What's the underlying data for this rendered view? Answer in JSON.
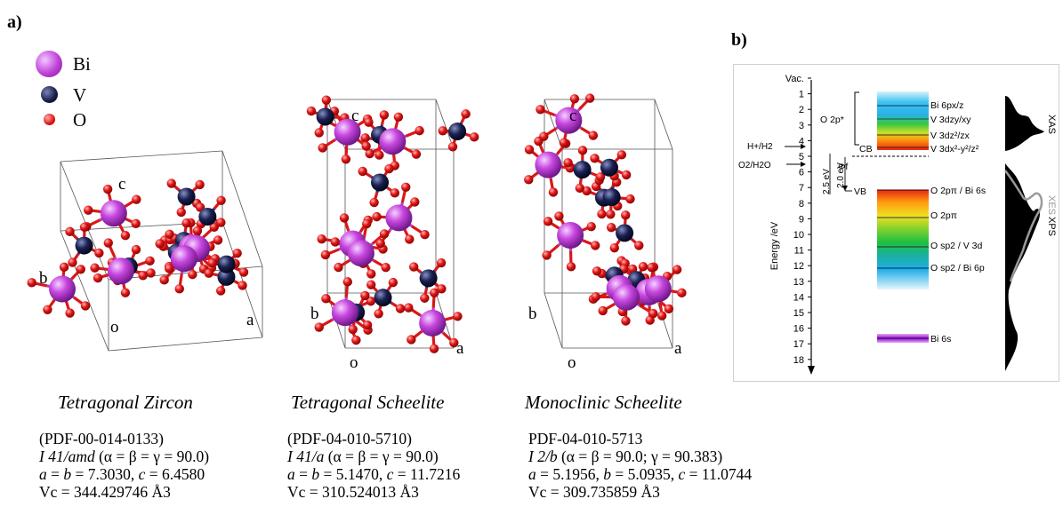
{
  "panel_a": {
    "label": "a)",
    "legend": [
      {
        "symbol": "Bi",
        "color": "#c040d8"
      },
      {
        "symbol": "V",
        "color": "#141a44"
      },
      {
        "symbol": "O",
        "color": "#e01212"
      }
    ],
    "structures": [
      {
        "name": "Tetragonal Zircon",
        "axes": {
          "c": "c",
          "b": "b",
          "a": "a",
          "o": "o"
        },
        "pdf": "(PDF-00-014-0133)",
        "space_group": "I 41/amd",
        "angles": "(α = β = γ = 90.0)",
        "a_lbl": "a",
        "b_lbl": "b",
        "c_lbl": "c",
        "a_rest": " = ",
        "b_rest": " = 7.3030, ",
        "c_rest": " = 6.4580",
        "volume": "Vc = 344.429746 Å3"
      },
      {
        "name": "Tetragonal Scheelite",
        "axes": {
          "c": "c",
          "b": "b",
          "a": "a",
          "o": "o"
        },
        "pdf": "(PDF-04-010-5710)",
        "space_group": "I 41/a",
        "angles": "(α = β = γ = 90.0)",
        "a_lbl": "a",
        "b_lbl": "b",
        "c_lbl": "c",
        "a_rest": " = ",
        "b_rest": " = 5.1470, ",
        "c_rest": " = 11.7216",
        "volume": "Vc = 310.524013 Å3"
      },
      {
        "name": "Monoclinic Scheelite",
        "axes": {
          "c": "c",
          "b": "b",
          "a": "a",
          "o": "o"
        },
        "pdf": "PDF-04-010-5713",
        "space_group": "I 2/b",
        "angles": "(α = β = 90.0; γ = 90.383)",
        "a_lbl": "a",
        "b_lbl": "b",
        "c_lbl": "c",
        "a_rest": " = 5.1956, ",
        "b_rest": " = 5.0935, ",
        "c_rest": " = 11.0744",
        "volume": "Vc = 309.735859 Å3"
      }
    ]
  },
  "panel_b": {
    "label": "b)",
    "y_axis_label": "Energy /eV",
    "y_ticks": [
      "Vac.",
      "1",
      "2",
      "3",
      "4",
      "5",
      "6",
      "7",
      "8",
      "9",
      "10",
      "11",
      "12",
      "13",
      "14",
      "15",
      "16",
      "17",
      "18"
    ],
    "cb_label": "CB",
    "vb_label": "VB",
    "o2p_star": "O 2p*",
    "phi_f": "Φf",
    "gap_25": "2.5 eV",
    "gap_20": "2.0 eV",
    "redox": [
      "H+/H2",
      "O2/H2O"
    ],
    "cb_states": [
      "Bi 6px/z",
      "V 3dzy/xy",
      "V 3dz²/zx",
      "V 3dx²-y²/z²"
    ],
    "vb_states": [
      "O 2pπ / Bi 6s",
      "O 2pπ",
      "O sp2 / V 3d",
      "O sp2 / Bi 6p"
    ],
    "deep_state": "Bi 6s",
    "spectra_labels": [
      "XAS",
      "XES",
      "XPS"
    ]
  }
}
